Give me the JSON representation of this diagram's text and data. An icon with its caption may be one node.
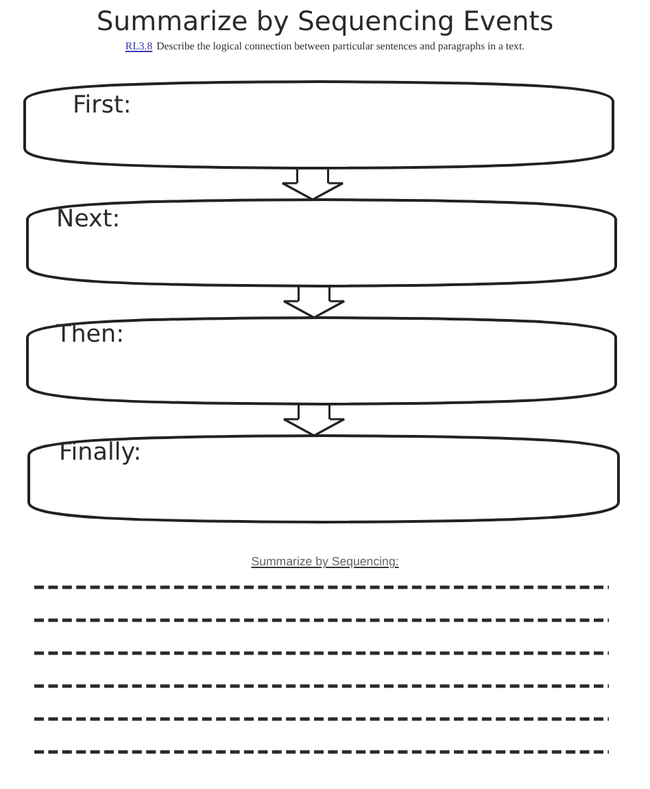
{
  "diagram": {
    "title": "Summarize by Sequencing Events",
    "nodes": [
      {
        "text": [
          "First:"
        ]
      },
      {
        "text": [
          "Next:"
        ]
      },
      {
        "text": [
          "Then:"
        ]
      },
      {
        "text": [
          "Finally:"
        ]
      }
    ],
    "edges": [
      {
        "from": 0,
        "to": 1,
        "arrow": "to"
      },
      {
        "from": 1,
        "to": 2,
        "arrow": "to"
      },
      {
        "from": 2,
        "to": 3,
        "arrow": "to"
      }
    ],
    "labels": [
      "RL3.8",
      "Describe the logical connection between particular sentences and paragraphs in a text.",
      "Summarize by Sequencing:"
    ]
  }
}
